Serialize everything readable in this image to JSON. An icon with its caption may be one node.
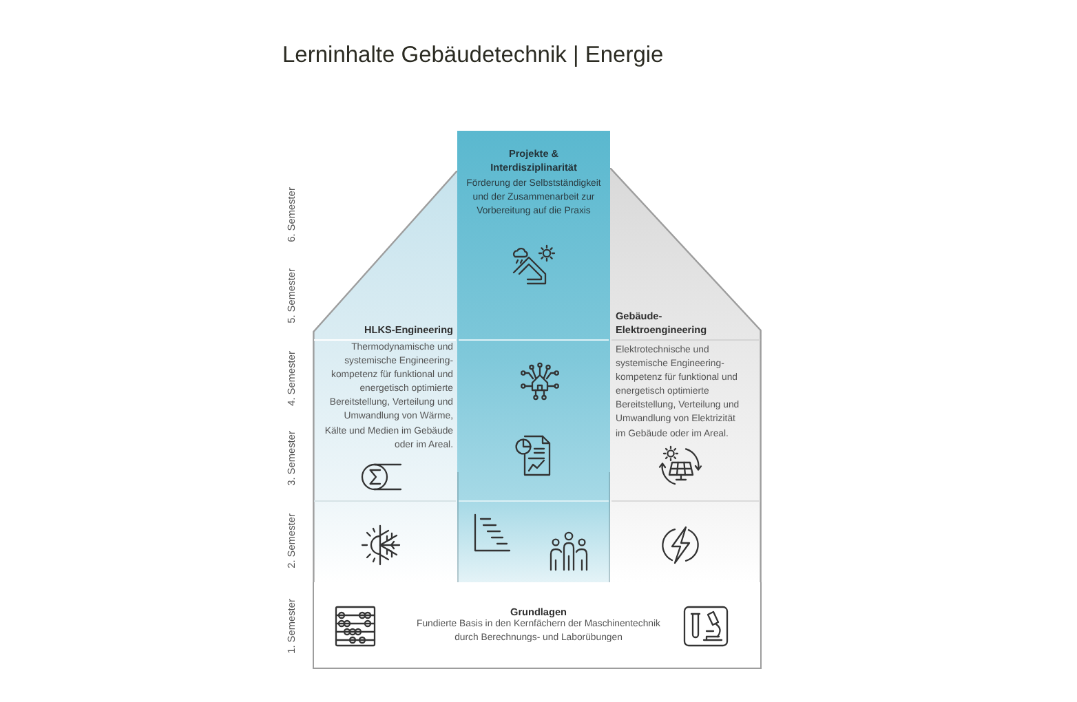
{
  "diagram": {
    "title": "Lerninhalte Gebäudetechnik | Energie",
    "nodes": [
      {
        "text": [
          "Projekte & Interdisziplinarität",
          "Förderung der Selbstständigkeit und der Zusammenarbeit zur Vorbereitung auf die Praxis"
        ]
      },
      {
        "text": [
          "HLKS-Engineering",
          "Thermodynamische und systemische Engineering-kompetenz für funktional und energetisch optimierte Bereitstellung, Verteilung und Umwandlung von Wärme, Kälte und Medien im Gebäude oder im Areal."
        ]
      },
      {
        "text": [
          "Gebäude-Elektroengineering",
          "Elektrotechnische und systemische Engineering-kompetenz für funktional und energetisch optimierte Bereitstellung, Verteilung und Umwandlung von Elektrizität im Gebäude oder im Areal."
        ]
      },
      {
        "text": [
          "Grundlagen",
          "Fundierte Basis in den Kernfächern der Maschinentechnik durch Berechnungs- und Laborübungen"
        ]
      }
    ],
    "labels": [
      "6. Semester",
      "5. Semester",
      "4. Semester",
      "3. Semester",
      "2. Semester",
      "1. Semester"
    ]
  }
}
